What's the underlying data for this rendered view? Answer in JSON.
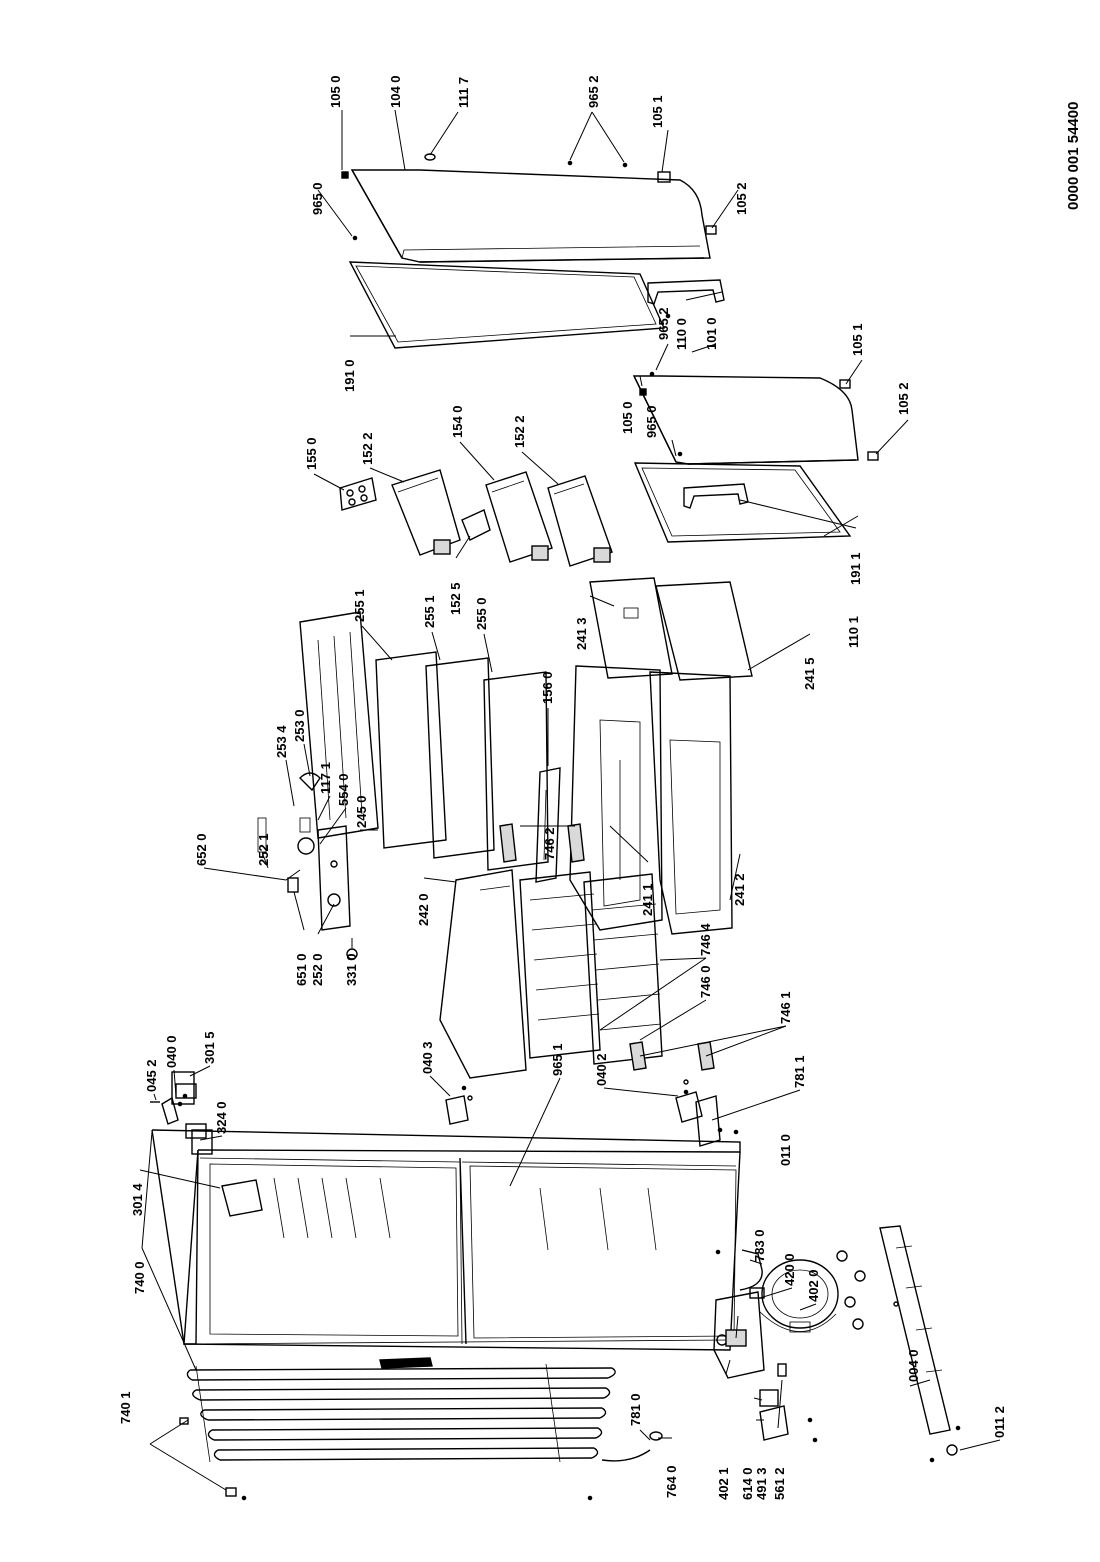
{
  "document_number": "0000 001 54400",
  "callouts": [
    "105 0",
    "104 0",
    "111 7",
    "965 2",
    "105 1",
    "965 0",
    "105 2",
    "191 0",
    "110 0",
    "101 0",
    "965 2",
    "105 1",
    "105 0",
    "965 0",
    "105 2",
    "191 1",
    "110 1",
    "155 0",
    "152 2",
    "154 0",
    "152 2",
    "152 5",
    "255 1",
    "255 1",
    "255 0",
    "156 0",
    "241 3",
    "241 5",
    "241 2",
    "241 1",
    "746 2",
    "253 0",
    "253 4",
    "117 1",
    "554 0",
    "245 0",
    "252 1",
    "652 0",
    "651 0",
    "252 0",
    "331 0",
    "040 3",
    "242 0",
    "746 4",
    "746 0",
    "746 1",
    "781 1",
    "040 2",
    "965 1",
    "045 2",
    "040 0",
    "301 5",
    "324 0",
    "301 4",
    "740 0",
    "740 1",
    "011 0",
    "783 0",
    "420 0",
    "402 0",
    "004 0",
    "011 2",
    "781 0",
    "764 0",
    "402 1",
    "614 0",
    "491 3",
    "561 2"
  ]
}
